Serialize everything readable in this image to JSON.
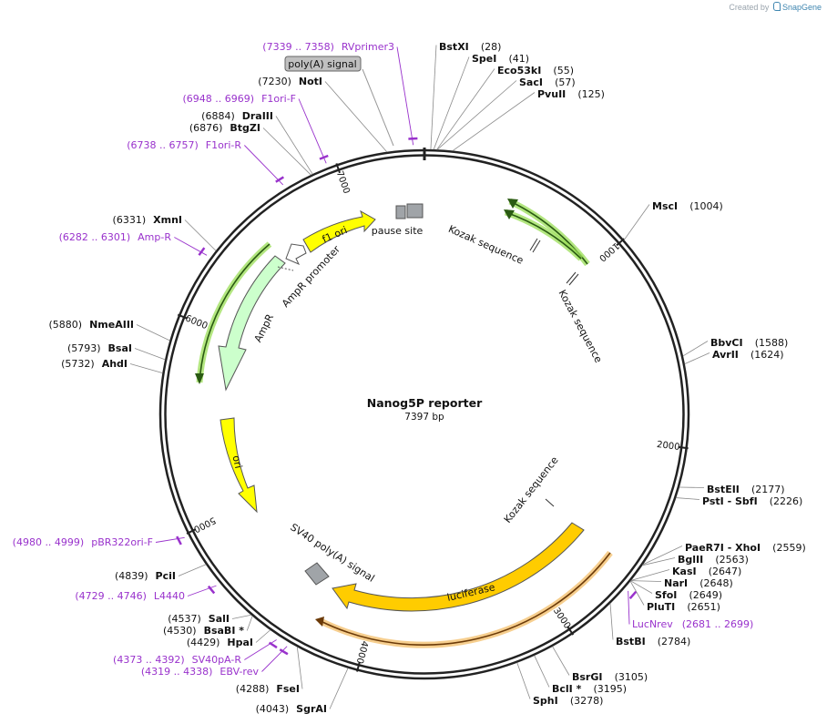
{
  "credit": {
    "prefix": "Created by",
    "brand": "SnapGene"
  },
  "plasmid": {
    "name": "Nanog5P reporter",
    "length_label": "7397 bp",
    "total_bp": 7397
  },
  "ticks": [
    {
      "bp": 1000,
      "label": "1000"
    },
    {
      "bp": 2000,
      "label": "2000"
    },
    {
      "bp": 3000,
      "label": "3000"
    },
    {
      "bp": 4000,
      "label": "4000"
    },
    {
      "bp": 5000,
      "label": "5000"
    },
    {
      "bp": 6000,
      "label": "6000"
    },
    {
      "bp": 7000,
      "label": "7000"
    }
  ],
  "sites": [
    {
      "name": "BstXI",
      "pos": "(28)",
      "bp": 28
    },
    {
      "name": "SpeI",
      "pos": "(41)",
      "bp": 41
    },
    {
      "name": "Eco53kI",
      "pos": "(55)",
      "bp": 55
    },
    {
      "name": "SacI",
      "pos": "(57)",
      "bp": 57
    },
    {
      "name": "PvuII",
      "pos": "(125)",
      "bp": 125
    },
    {
      "name": "MscI",
      "pos": "(1004)",
      "bp": 1004
    },
    {
      "name": "BbvCI",
      "pos": "(1588)",
      "bp": 1588
    },
    {
      "name": "AvrII",
      "pos": "(1624)",
      "bp": 1624
    },
    {
      "name": "BstEII",
      "pos": "(2177)",
      "bp": 2177
    },
    {
      "name": "PstI  - SbfI",
      "pos": "(2226)",
      "bp": 2226
    },
    {
      "name": "PaeR7I  - XhoI",
      "pos": "(2559)",
      "bp": 2559
    },
    {
      "name": "BglII",
      "pos": "(2563)",
      "bp": 2563
    },
    {
      "name": "KasI",
      "pos": "(2647)",
      "bp": 2647
    },
    {
      "name": "NarI",
      "pos": "(2648)",
      "bp": 2648
    },
    {
      "name": "SfoI",
      "pos": "(2649)",
      "bp": 2649
    },
    {
      "name": "PluTI",
      "pos": "(2651)",
      "bp": 2651
    },
    {
      "name": "BstBI",
      "pos": "(2784)",
      "bp": 2784
    },
    {
      "name": "BsrGI",
      "pos": "(3105)",
      "bp": 3105
    },
    {
      "name": "BclI *",
      "pos": "(3195)",
      "bp": 3195
    },
    {
      "name": "SphI",
      "pos": "(3278)",
      "bp": 3278
    },
    {
      "name": "SgrAI",
      "pos": "(4043)",
      "bp": 4043
    },
    {
      "name": "FseI",
      "pos": "(4288)",
      "bp": 4288
    },
    {
      "name": "HpaI",
      "pos": "(4429)",
      "bp": 4429
    },
    {
      "name": "BsaBI *",
      "pos": "(4530)",
      "bp": 4530
    },
    {
      "name": "SalI",
      "pos": "(4537)",
      "bp": 4537
    },
    {
      "name": "PciI",
      "pos": "(4839)",
      "bp": 4839
    },
    {
      "name": "AhdI",
      "pos": "(5732)",
      "bp": 5732
    },
    {
      "name": "BsaI",
      "pos": "(5793)",
      "bp": 5793
    },
    {
      "name": "NmeAIII",
      "pos": "(5880)",
      "bp": 5880
    },
    {
      "name": "XmnI",
      "pos": "(6331)",
      "bp": 6331
    },
    {
      "name": "BtgZI",
      "pos": "(6876)",
      "bp": 6876
    },
    {
      "name": "DraIII",
      "pos": "(6884)",
      "bp": 6884
    },
    {
      "name": "NotI",
      "pos": "(7230)",
      "bp": 7230
    }
  ],
  "primers": [
    {
      "range": "(7339 .. 7358)",
      "name": "RVprimer3",
      "bp": 7348
    },
    {
      "range": "(6948 .. 6969)",
      "name": "F1ori-F",
      "bp": 6958
    },
    {
      "range": "(6738 .. 6757)",
      "name": "F1ori-R",
      "bp": 6747
    },
    {
      "range": "(6282 .. 6301)",
      "name": "Amp-R",
      "bp": 6291
    },
    {
      "range": "(4980 .. 4999)",
      "name": "pBR322ori-F",
      "bp": 4989
    },
    {
      "range": "(4729 .. 4746)",
      "name": "L4440",
      "bp": 4737
    },
    {
      "range": "(4373 .. 4392)",
      "name": "SV40pA-R",
      "bp": 4382
    },
    {
      "range": "(4319 .. 4338)",
      "name": "EBV-rev",
      "bp": 4328
    },
    {
      "range": "(2681 .. 2699)",
      "name": "LucNrev",
      "bp": 2690
    }
  ],
  "features": [
    {
      "label": "f1 ori",
      "color": "#ffff00",
      "kind": "arrow"
    },
    {
      "label": "AmpR promoter",
      "color": "#ffffff",
      "kind": "arrow"
    },
    {
      "label": "AmpR",
      "color": "#ccffcc",
      "kind": "arrow"
    },
    {
      "label": "ori",
      "color": "#ffff00",
      "kind": "arrow"
    },
    {
      "label": "SV40 poly(A) signal",
      "color": "#a0a4a8",
      "kind": "box"
    },
    {
      "label": "luciferase",
      "color": "#ffcc00",
      "kind": "arrow"
    },
    {
      "label": "pause site",
      "color": "#a0a4a8",
      "kind": "box"
    },
    {
      "label": "poly(A) signal",
      "color": "#c0c0c0",
      "kind": "box"
    },
    {
      "label": "Kozak sequence",
      "color": "#111111",
      "kind": "line"
    },
    {
      "label": "Kozak sequence",
      "color": "#111111",
      "kind": "line"
    },
    {
      "label": "Kozak sequence",
      "color": "#111111",
      "kind": "line"
    }
  ],
  "colors": {
    "primer": "#9932cc",
    "orf_glow_green": "#99dd55",
    "orf_glow_orange": "#f4c67a",
    "backbone": "#222222"
  }
}
